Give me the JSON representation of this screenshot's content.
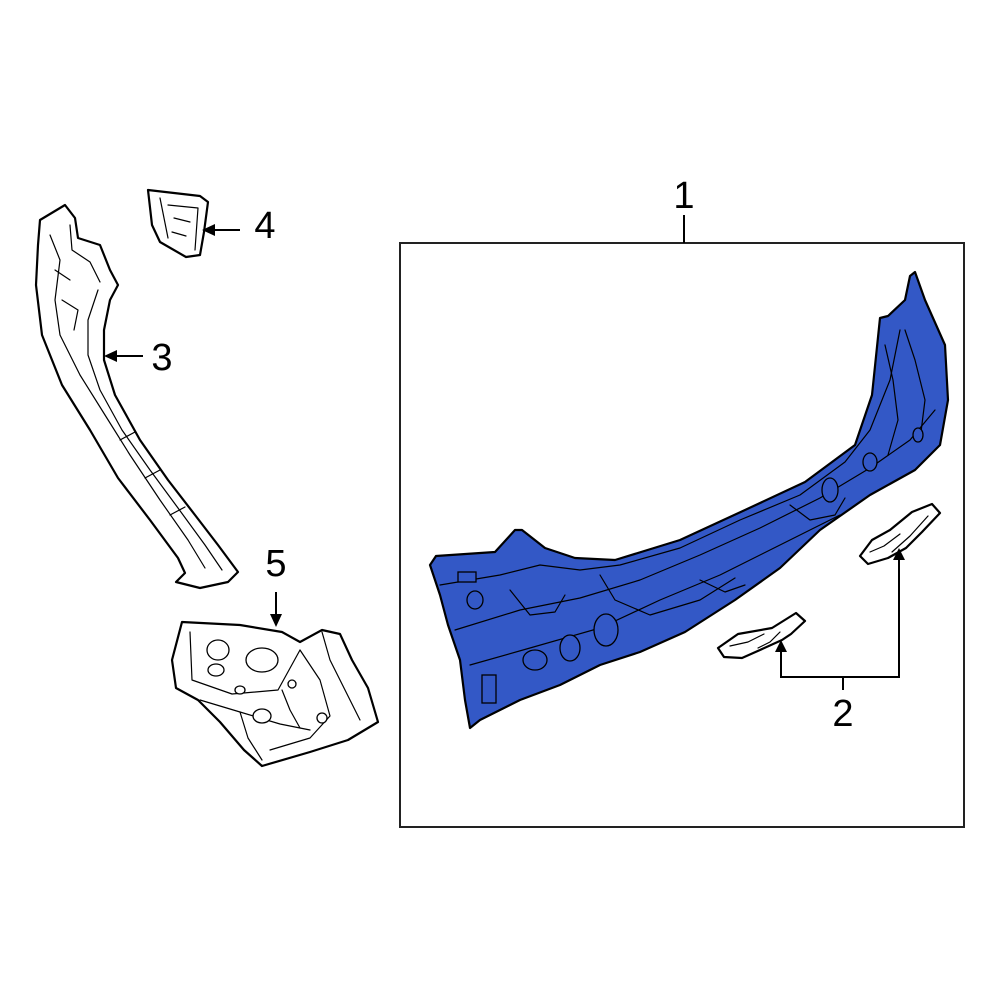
{
  "callouts": {
    "part_1": "1",
    "part_2": "2",
    "part_3": "3",
    "part_4": "4",
    "part_5": "5"
  },
  "colors": {
    "highlight_fill": "#3358c6",
    "outline": "#000000",
    "background": "#ffffff",
    "frame_stroke": "#222222"
  },
  "highlighted_part": "1"
}
